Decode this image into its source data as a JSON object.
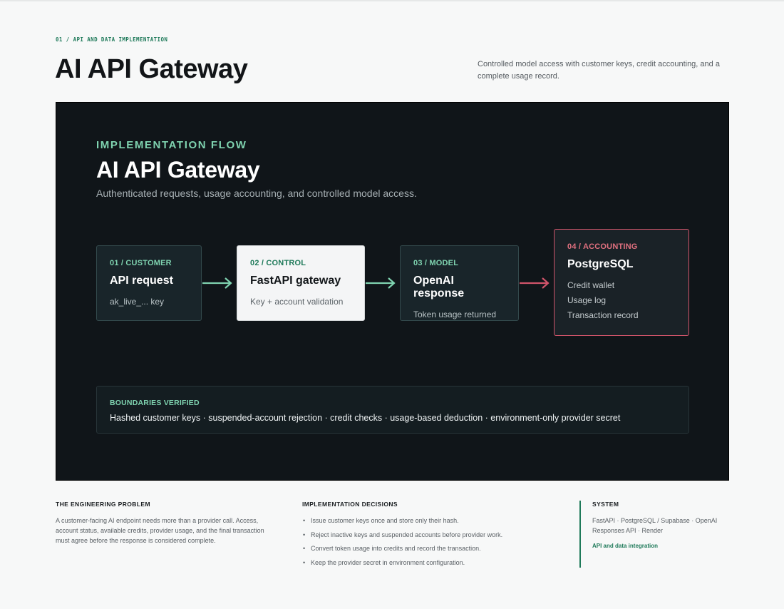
{
  "header": {
    "eyebrow": "01 / API AND DATA IMPLEMENTATION",
    "title": "AI API Gateway",
    "subtitle": "Controlled model access with customer keys, credit accounting, and a complete usage record."
  },
  "diagram": {
    "eyebrow": "IMPLEMENTATION FLOW",
    "title": "AI API Gateway",
    "subtitle": "Authenticated requests, usage accounting, and controlled model access.",
    "nodes": [
      {
        "step": "01 / CUSTOMER",
        "name": "API request",
        "details": [
          "ak_live_... key"
        ]
      },
      {
        "step": "02 / CONTROL",
        "name": "FastAPI gateway",
        "details": [
          "Key + account validation"
        ]
      },
      {
        "step": "03 / MODEL",
        "name": "OpenAI response",
        "details": [
          "Token usage returned"
        ]
      },
      {
        "step": "04 / ACCOUNTING",
        "name": "PostgreSQL",
        "details": [
          "Credit wallet",
          "Usage log",
          "Transaction record"
        ]
      }
    ],
    "colors": {
      "accent_green": "#7fd3b0",
      "accent_red": "#d0546a",
      "panel_bg": "#101519"
    },
    "boundaries": {
      "label": "BOUNDARIES VERIFIED",
      "text": "Hashed customer keys · suspended-account rejection · credit checks · usage-based deduction · environment-only provider secret"
    }
  },
  "problem": {
    "heading": "THE ENGINEERING PROBLEM",
    "body": "A customer-facing AI endpoint needs more than a provider call. Access, account status, available credits, provider usage, and the final transaction must agree before the response is considered complete."
  },
  "decisions": {
    "heading": "IMPLEMENTATION DECISIONS",
    "items": [
      "Issue customer keys once and store only their hash.",
      "Reject inactive keys and suspended accounts before provider work.",
      "Convert token usage into credits and record the transaction.",
      "Keep the provider secret in environment configuration."
    ]
  },
  "system": {
    "heading": "SYSTEM",
    "body": "FastAPI · PostgreSQL / Supabase · OpenAI Responses API · Render",
    "link": "API and data integration"
  }
}
